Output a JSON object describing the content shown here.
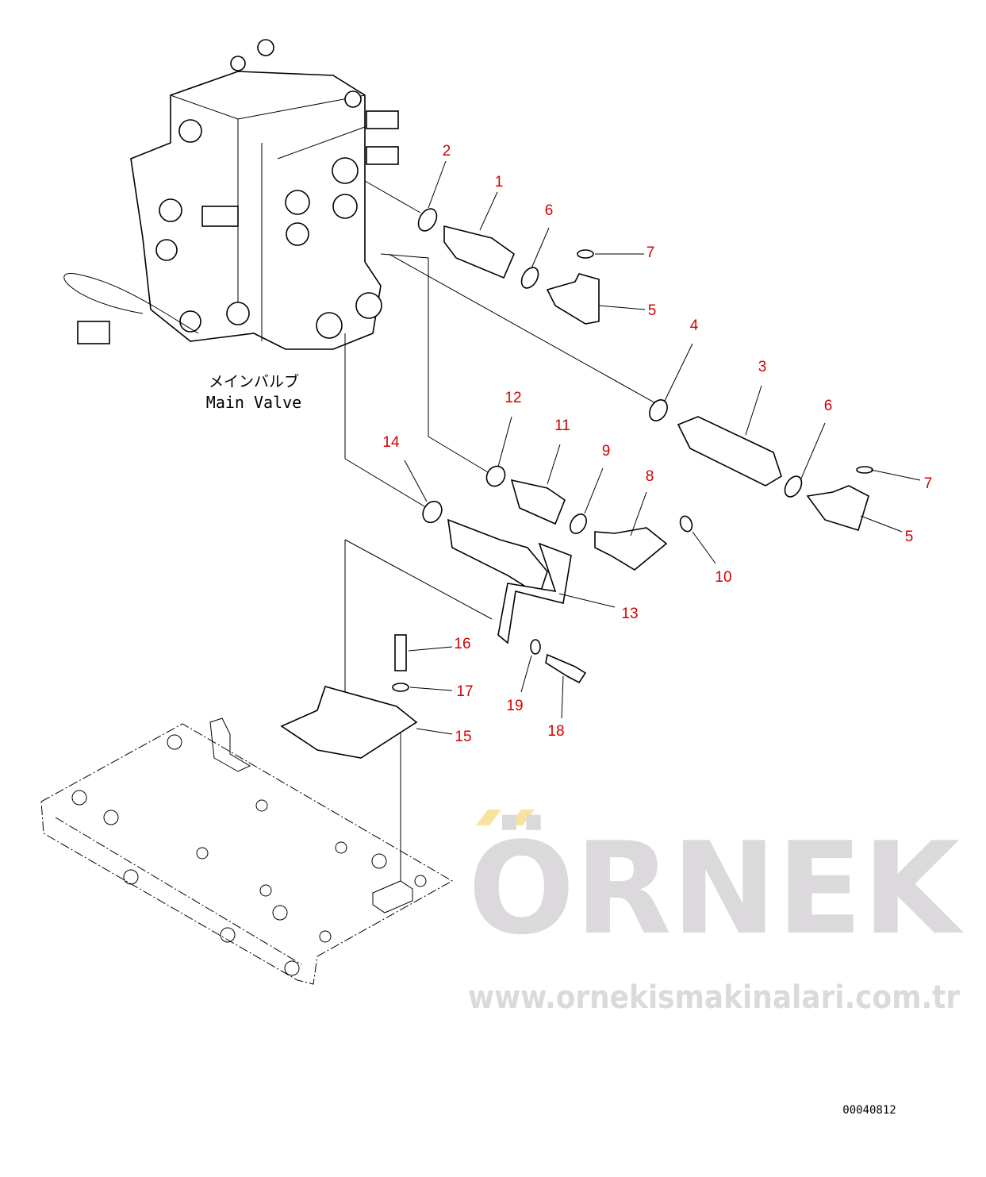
{
  "watermark": {
    "brand": "ÖRNEK",
    "url": "www.ornekismakinalari.com.tr",
    "color": "#dcd9dc",
    "accent": "#f6e3a0"
  },
  "main_valve": {
    "label_jp": "メインバルブ",
    "label_en": "Main Valve"
  },
  "drawing_code": "00040812",
  "callout_color": "#d40000",
  "callouts": [
    "2",
    "1",
    "6",
    "7",
    "5",
    "4",
    "3",
    "6",
    "7",
    "5",
    "12",
    "11",
    "9",
    "8",
    "14",
    "10",
    "13",
    "16",
    "17",
    "19",
    "15",
    "18"
  ]
}
